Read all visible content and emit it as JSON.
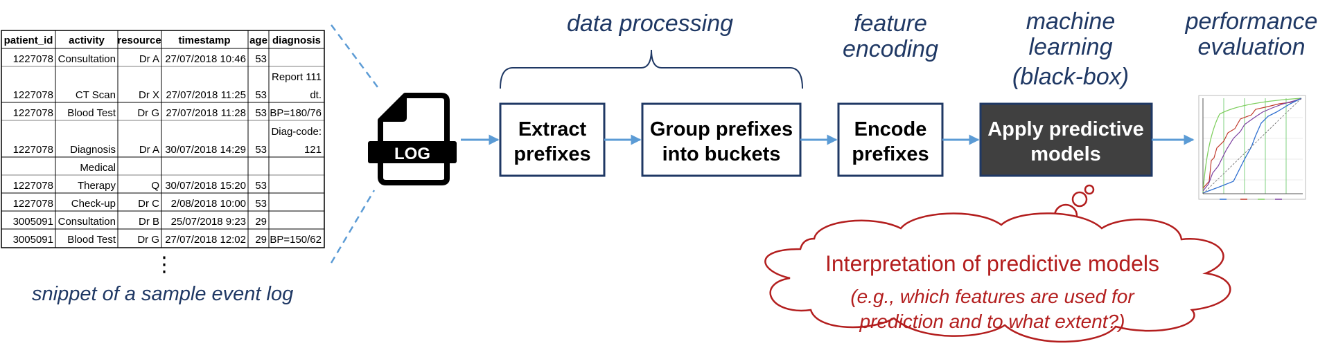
{
  "colors": {
    "navy": "#1f3864",
    "arrow": "#5b9bd5",
    "dark_box": "#404040",
    "cloud_red": "#b31e1e"
  },
  "table": {
    "headers": [
      "patient_id",
      "activity",
      "resource",
      "timestamp",
      "age",
      "diagnosis"
    ],
    "rows": [
      [
        "1227078",
        "Consultation",
        "Dr A",
        "27/07/2018 10:46",
        "53",
        ""
      ],
      [
        "1227078",
        "CT Scan",
        "Dr X",
        "27/07/2018 11:25",
        "53",
        "Report 111 dt."
      ],
      [
        "1227078",
        "Blood Test",
        "Dr G",
        "27/07/2018 11:28",
        "53",
        "BP=180/76"
      ],
      [
        "1227078",
        "Diagnosis",
        "Dr A",
        "30/07/2018 14:29",
        "53",
        "Diag-code: 121"
      ],
      [
        "1227078",
        "Medical Therapy",
        "Q",
        "30/07/2018 15:20",
        "53",
        ""
      ],
      [
        "1227078",
        "Check-up",
        "Dr C",
        "2/08/2018 10:00",
        "53",
        ""
      ],
      [
        "3005091",
        "Consultation",
        "Dr B",
        "25/07/2018 9:23",
        "29",
        ""
      ],
      [
        "3005091",
        "Blood Test",
        "Dr G",
        "27/07/2018 12:02",
        "29",
        "BP=150/62"
      ]
    ],
    "continuation": "⋮"
  },
  "caption": "snippet of a sample event log",
  "log_icon": {
    "icon": "log-file-icon",
    "label": "LOG"
  },
  "stages": {
    "data_processing": "data processing",
    "feature_encoding": [
      "feature",
      "encoding"
    ],
    "machine_learning": [
      "machine",
      "learning",
      "(black-box)"
    ],
    "performance_evaluation": [
      "performance",
      "evaluation"
    ]
  },
  "boxes": {
    "extract": [
      "Extract",
      "prefixes"
    ],
    "group": [
      "Group prefixes",
      "into buckets"
    ],
    "encode": [
      "Encode",
      "prefixes"
    ],
    "apply": [
      "Apply predictive",
      "models"
    ]
  },
  "perf_chart_icon": "roc-curve-chart-icon",
  "cloud": {
    "title": "Interpretation of predictive models",
    "subtitle": [
      "(e.g., which features are used for",
      "prediction and to what extent?)"
    ]
  }
}
